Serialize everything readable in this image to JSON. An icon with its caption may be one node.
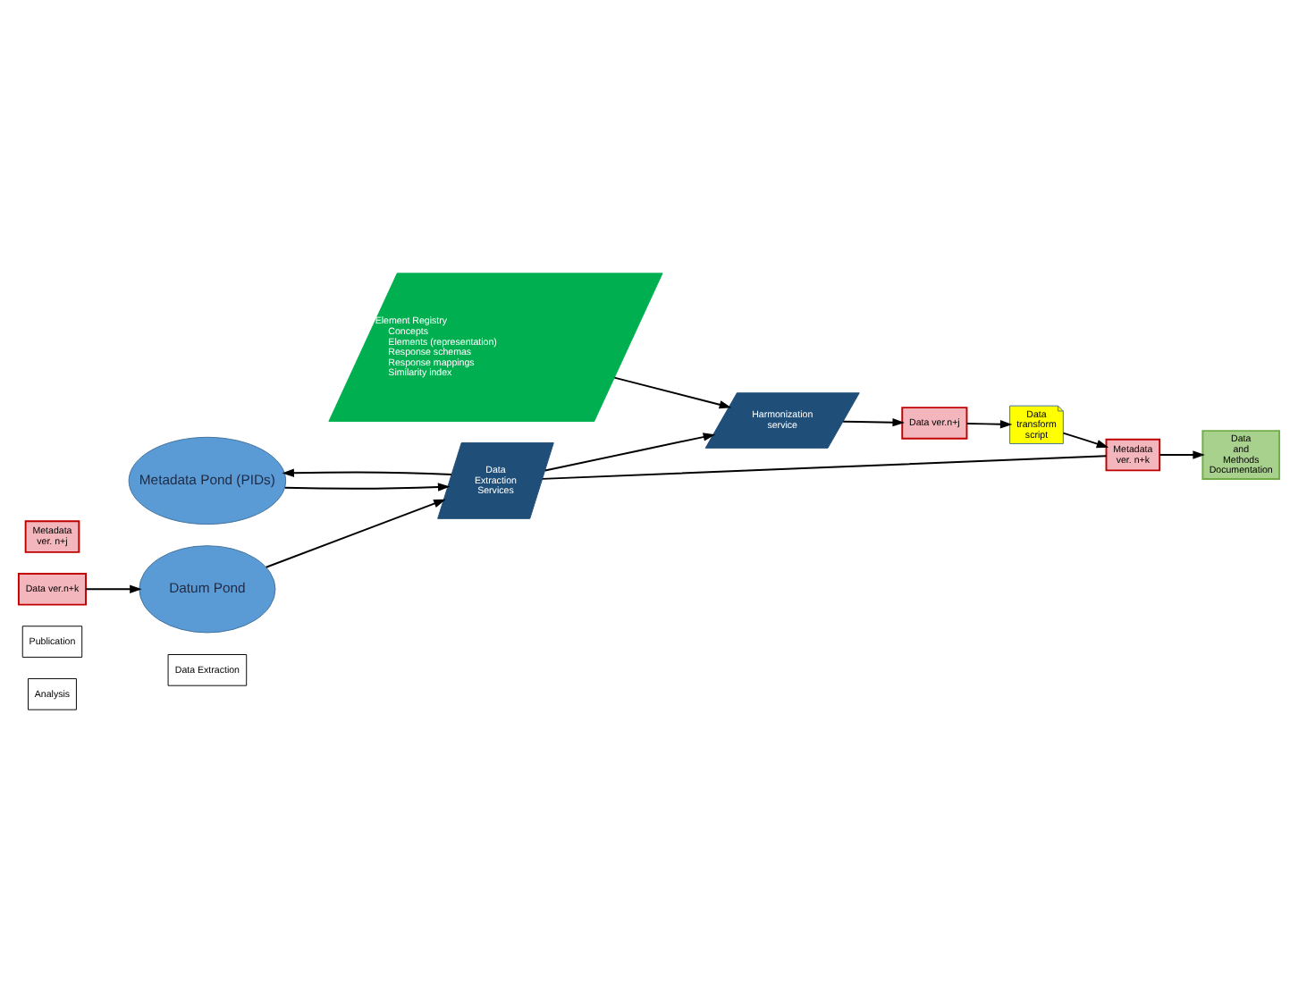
{
  "diagram": {
    "nodes": [
      {
        "text": [
          "Data Extraction"
        ]
      },
      {
        "text": [
          "Analysis"
        ]
      },
      {
        "text": [
          "Publication"
        ]
      },
      {
        "text": [
          "Datum Pond"
        ]
      },
      {
        "text": [
          "Data ver.n+k"
        ]
      },
      {
        "text": [
          "Metadata",
          "ver. n+k"
        ]
      },
      {
        "text": [
          "Data and Methods Documentation"
        ]
      },
      {
        "text": [
          "Data Extraction Services"
        ]
      },
      {
        "text": [
          "Metadata Pond (PIDs)"
        ]
      },
      {
        "text": [
          "Data transform script"
        ]
      },
      {
        "text": [
          "Harmonization service"
        ]
      },
      {
        "text": [
          "Element Registry",
          "Concepts",
          "Elements (representation)",
          "Response schemas",
          "Response mappings",
          "Similarity index"
        ]
      },
      {
        "text": [
          "Data ver.n+j"
        ]
      },
      {
        "text": [
          "Metadata",
          "ver. n+j"
        ]
      }
    ],
    "edges": [
      {
        "from": 4,
        "to": 3,
        "arrow": "to"
      },
      {
        "from": 3,
        "to": 7,
        "arrow": "to"
      },
      {
        "from": 8,
        "to": 7,
        "arrow": "to"
      },
      {
        "from": 7,
        "to": 8,
        "arrow": "to"
      },
      {
        "from": 5,
        "to": 7,
        "arrow": "none"
      },
      {
        "from": 5,
        "to": 6,
        "arrow": "to"
      },
      {
        "from": 7,
        "to": 10,
        "arrow": "to"
      },
      {
        "from": 11,
        "to": 10,
        "arrow": "to"
      },
      {
        "from": 10,
        "to": 12,
        "arrow": "to"
      },
      {
        "from": 12,
        "to": 9,
        "arrow": "to"
      },
      {
        "from": 9,
        "to": 5,
        "arrow": "to"
      }
    ]
  }
}
